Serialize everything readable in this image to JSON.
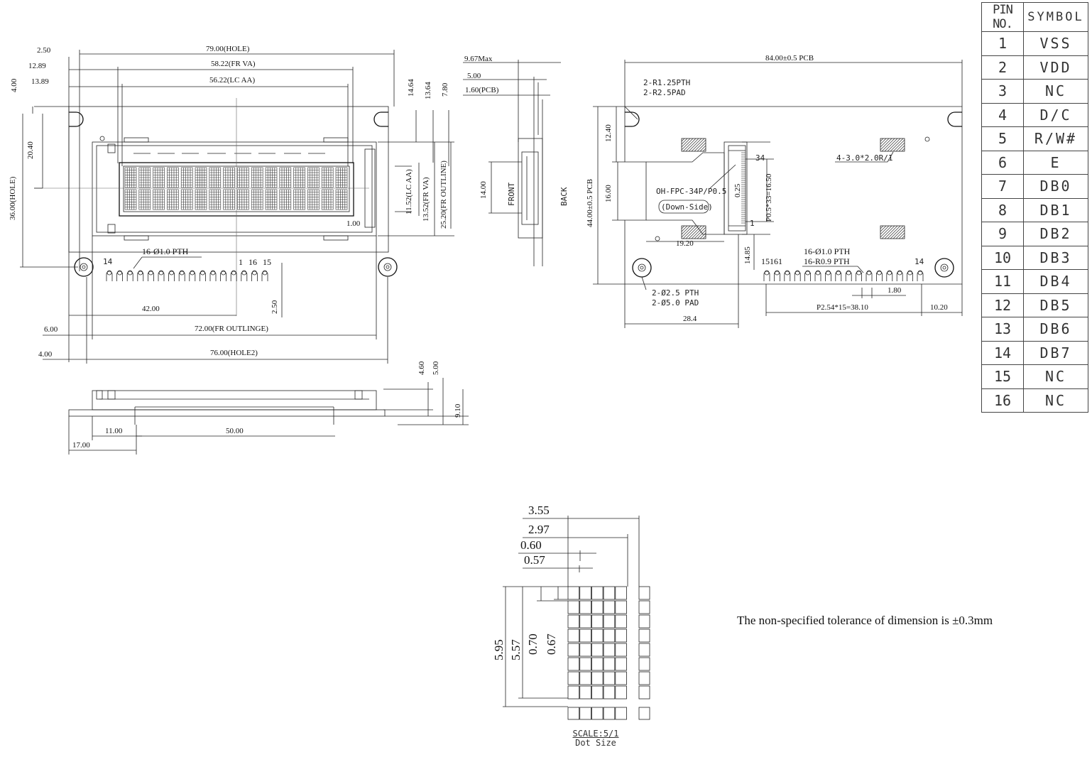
{
  "front_view": {
    "hole_width": "79.00(HOLE)",
    "fr_va": "58.22(FR VA)",
    "lc_aa": "56.22(LC AA)",
    "left_250": "2.50",
    "left_1289": "12.89",
    "left_1389": "13.89",
    "top_400": "4.00",
    "left_2040": "20.40",
    "hole_height": "36.00(HOLE)",
    "right_1464": "14.64",
    "right_1364": "13.64",
    "right_780": "7.80",
    "lc_aa_h": "11.52(LC AA)",
    "fr_va_h": "13.52(FR VA)",
    "fr_outline_h": "25.20(FR OUTLINE)",
    "dim_100": "1.00",
    "pth_label": "16-Ø1.0 PTH",
    "pin_14": "14",
    "pin_1": "1",
    "pin_16": "16",
    "pin_15": "15",
    "dim_4200": "42.00",
    "dim_250b": "2.50",
    "dim_600": "6.00",
    "fr_outlinge": "72.00(FR OUTLINGE)",
    "dim_400b": "4.00",
    "hole2": "76.00(HOLE2)"
  },
  "side_view": {
    "max": "9.67Max",
    "dim_500": "5.00",
    "pcb": "1.60(PCB)",
    "dim_1400": "14.00",
    "front": "FRONT",
    "back": "BACK"
  },
  "bottom_view": {
    "dim_460": "4.60",
    "dim_500": "5.00",
    "dim_910": "9.10",
    "dim_1100": "11.00",
    "dim_5000": "50.00",
    "dim_1700": "17.00"
  },
  "back_view": {
    "pcb_width": "84.00±0.5 PCB",
    "pcb_height": "44.00±0.5 PCB",
    "r125": "2-R1.25PTH",
    "r25pad": "2-R2.5PAD",
    "dim_1240": "12.40",
    "dim_1600": "16.00",
    "fpc_label": "OH-FPC-34P/P0.5",
    "down_side": "(Down-Side)",
    "dim_025": "0.25",
    "pitch": "P0.5*33=16.50",
    "pin_34": "34",
    "pin_1": "1",
    "slot": "4-3.0*2.0R/1",
    "dim_1920": "19.20",
    "dim_1485": "14.85",
    "pth_label": "16-Ø1.0 PTH",
    "r09": "16-R0.9 PTH",
    "pins_left": "15161",
    "pin_14": "14",
    "mount_pth": "2-Ø2.5 PTH",
    "mount_pad": "2-Ø5.0 PAD",
    "dim_180": "1.80",
    "pin_pitch": "P2.54*15=38.10",
    "dim_1020": "10.20",
    "dim_284": "28.4"
  },
  "dot_detail": {
    "w_355": "3.55",
    "w_297": "2.97",
    "w_060": "0.60",
    "w_057": "0.57",
    "h_595": "5.95",
    "h_557": "5.57",
    "h_070": "0.70",
    "h_067": "0.67",
    "scale": "SCALE:5/1",
    "dot_size": "Dot Size"
  },
  "pin_table": {
    "headers": [
      "PIN NO.",
      "SYMBOL"
    ],
    "rows": [
      [
        "1",
        "VSS"
      ],
      [
        "2",
        "VDD"
      ],
      [
        "3",
        "NC"
      ],
      [
        "4",
        "D/C"
      ],
      [
        "5",
        "R/W#"
      ],
      [
        "6",
        "E"
      ],
      [
        "7",
        "DB0"
      ],
      [
        "8",
        "DB1"
      ],
      [
        "9",
        "DB2"
      ],
      [
        "10",
        "DB3"
      ],
      [
        "11",
        "DB4"
      ],
      [
        "12",
        "DB5"
      ],
      [
        "13",
        "DB6"
      ],
      [
        "14",
        "DB7"
      ],
      [
        "15",
        "NC"
      ],
      [
        "16",
        "NC"
      ]
    ]
  },
  "note": "The non-specified tolerance of dimension is ±0.3mm"
}
